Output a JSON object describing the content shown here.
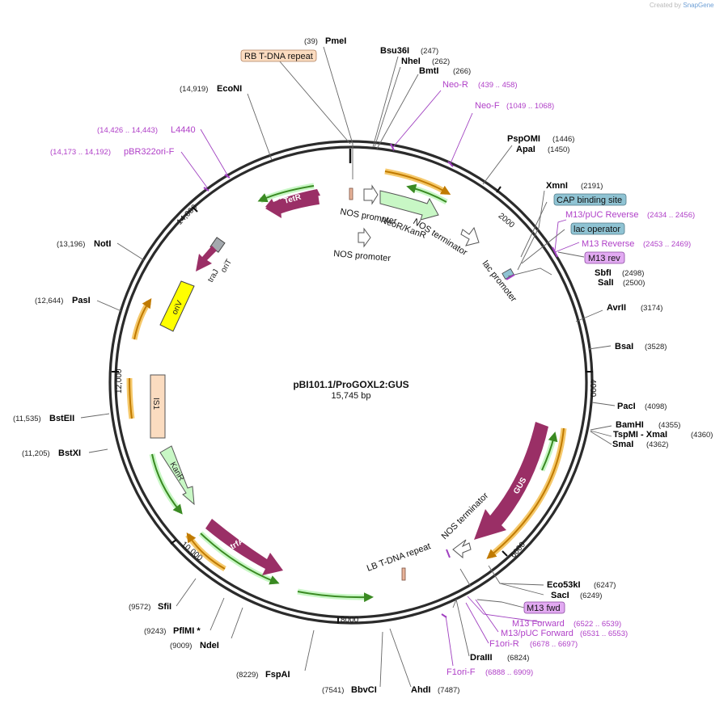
{
  "brand": {
    "prefix": "Created by",
    "name": "SnapGene"
  },
  "plasmid": {
    "name": "pBI101.1/ProGOXL2:GUS",
    "length": "15,745 bp"
  },
  "ticks": [
    "2000",
    "4000",
    "6000",
    "8000",
    "10,000",
    "12,000",
    "14,000"
  ],
  "enzymes": [
    {
      "pos": "(39)",
      "name": "PmeI"
    },
    {
      "pos": "(247)",
      "name": "Bsu36I"
    },
    {
      "pos": "(262)",
      "name": "NheI"
    },
    {
      "pos": "(266)",
      "name": "BmtI"
    },
    {
      "pos": "(1446)",
      "name": "PspOMI"
    },
    {
      "pos": "(1450)",
      "name": "ApaI"
    },
    {
      "pos": "(2191)",
      "name": "XmnI"
    },
    {
      "pos": "(2498)",
      "name": "SbfI"
    },
    {
      "pos": "(2500)",
      "name": "SalI"
    },
    {
      "pos": "(3174)",
      "name": "AvrII"
    },
    {
      "pos": "(3528)",
      "name": "BsaI"
    },
    {
      "pos": "(4098)",
      "name": "PacI"
    },
    {
      "pos": "(4355)",
      "name": "BamHI"
    },
    {
      "pos": "(4360)",
      "name": "TspMI - XmaI"
    },
    {
      "pos": "(4362)",
      "name": "SmaI"
    },
    {
      "pos": "(6247)",
      "name": "Eco53kI"
    },
    {
      "pos": "(6249)",
      "name": "SacI"
    },
    {
      "pos": "(6824)",
      "name": "DraIII"
    },
    {
      "pos": "(7487)",
      "name": "AhdI"
    },
    {
      "pos": "(7541)",
      "name": "BbvCI"
    },
    {
      "pos": "(8229)",
      "name": "FspAI"
    },
    {
      "pos": "(9009)",
      "name": "NdeI"
    },
    {
      "pos": "(9243)",
      "name": "PflMI *"
    },
    {
      "pos": "(9572)",
      "name": "SfiI"
    },
    {
      "pos": "(11,205)",
      "name": "BstXI"
    },
    {
      "pos": "(11,535)",
      "name": "BstEII"
    },
    {
      "pos": "(12,644)",
      "name": "PasI"
    },
    {
      "pos": "(13,196)",
      "name": "NotI"
    },
    {
      "pos": "(14,919)",
      "name": "EcoNI"
    }
  ],
  "primers": [
    {
      "name": "Neo-R",
      "pos": "(439 .. 458)"
    },
    {
      "name": "Neo-F",
      "pos": "(1049 .. 1068)"
    },
    {
      "name": "M13/pUC Reverse",
      "pos": "(2434 .. 2456)"
    },
    {
      "name": "M13 Reverse",
      "pos": "(2453 .. 2469)"
    },
    {
      "name": "M13 Forward",
      "pos": "(6522 .. 6539)"
    },
    {
      "name": "M13/pUC Forward",
      "pos": "(6531 .. 6553)"
    },
    {
      "name": "F1ori-R",
      "pos": "(6678 .. 6697)"
    },
    {
      "name": "F1ori-F",
      "pos": "(6888 .. 6909)"
    },
    {
      "name": "L4440",
      "pos": "(14,426 .. 14,443)"
    },
    {
      "name": "pBR322ori-F",
      "pos": "(14,173 .. 14,192)"
    }
  ],
  "boxed_labels": {
    "rb_repeat": "RB T-DNA repeat",
    "cap_site": "CAP binding site",
    "lac_operator": "lac operator",
    "m13_rev": "M13 rev",
    "m13_fwd": "M13 fwd"
  },
  "features": {
    "nos_promoter_1": "NOS promoter",
    "neo_kanr": "NeoR/KanR",
    "nos_terminator_1": "NOS terminator",
    "nos_promoter_2": "NOS promoter",
    "lac_promoter": "lac promoter",
    "tetr": "TetR",
    "trai": "traJ",
    "orit": "oriT",
    "oriv": "oriV",
    "is1": "IS1",
    "kanr": "KanR",
    "trfa": "trfA",
    "gus": "GUS",
    "nos_terminator_2": "NOS terminator",
    "lb_repeat": "LB T-DNA repeat"
  },
  "colors": {
    "backbone": "#2b2b2b",
    "cds": "#9a2f66",
    "marker": "#c8f7c5",
    "origin": "#ffff00",
    "repeat": "#fbdcc0",
    "primer": "#a040c0",
    "primer_bind": "#f5b44a",
    "orf": "#3a8a22",
    "operator": "#8fc3d3"
  }
}
